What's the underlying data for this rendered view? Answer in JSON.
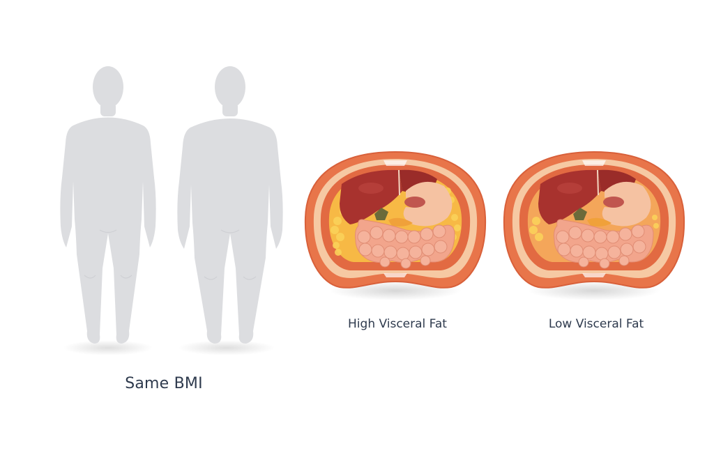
{
  "figure": {
    "left_group": {
      "caption": "Same BMI",
      "figures": [
        {
          "id": "person-1",
          "body_type": "slimmer silhouette",
          "color": "#dcdde0"
        },
        {
          "id": "person-2",
          "body_type": "broader silhouette",
          "color": "#dcdde0"
        }
      ]
    },
    "cross_sections": [
      {
        "id": "high",
        "caption": "High Visceral Fat",
        "visceral_fat_amount": "high"
      },
      {
        "id": "low",
        "caption": "Low Visceral Fat",
        "visceral_fat_amount": "low"
      }
    ],
    "colors": {
      "background": "#ffffff",
      "silhouette": "#dcdde0",
      "text": "#2e3a4d",
      "outer_wall": "#e8754a",
      "skin_layer": "#f6c9a3",
      "liver": "#a8322e",
      "stomach": "#f5c2a2",
      "intestine": "#f2a58c",
      "fat": "#f6b93b",
      "gallbladder": "#6b6a3a"
    }
  }
}
